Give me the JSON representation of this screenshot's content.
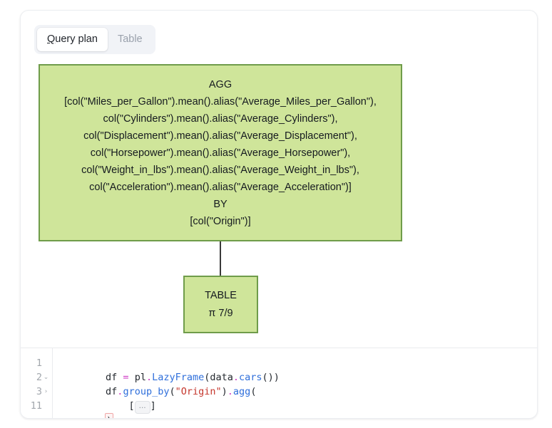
{
  "tabs": [
    {
      "name": "query-plan",
      "label": "Query plan",
      "accesskey": "Q",
      "rest": "uery plan",
      "active": true
    },
    {
      "name": "table",
      "label": "Table",
      "active": false
    }
  ],
  "colors": {
    "node_fill": "#cfe59a",
    "node_border": "#6f9c4a",
    "edge": "#3a3a3a",
    "tabbar_bg": "#f1f3f7",
    "tab_active_bg": "#ffffff",
    "tab_inactive_text": "#9aa1ac",
    "code_string": "#c5362c",
    "code_function": "#2f6fdb",
    "code_operator": "#cf3ac4",
    "paren_highlight_border": "#f0a6a6"
  },
  "plan": {
    "nodes": [
      {
        "id": "agg",
        "title": "AGG",
        "lines": [
          "AGG",
          "[col(\"Miles_per_Gallon\").mean().alias(\"Average_Miles_per_Gallon\"),",
          "col(\"Cylinders\").mean().alias(\"Average_Cylinders\"),",
          "col(\"Displacement\").mean().alias(\"Average_Displacement\"),",
          "col(\"Horsepower\").mean().alias(\"Average_Horsepower\"),",
          "col(\"Weight_in_lbs\").mean().alias(\"Average_Weight_in_lbs\"),",
          "col(\"Acceleration\").mean().alias(\"Average_Acceleration\")]",
          "BY",
          "[col(\"Origin\")]"
        ]
      },
      {
        "id": "table",
        "lines": [
          "TABLE",
          "π 7/9"
        ]
      }
    ],
    "edges": [
      {
        "from": "agg",
        "to": "table"
      }
    ]
  },
  "editor": {
    "gutter": [
      {
        "lineno": "1",
        "fold": ""
      },
      {
        "lineno": "2",
        "fold": "⌄"
      },
      {
        "lineno": "3",
        "fold": "›"
      },
      {
        "lineno": "11",
        "fold": ""
      }
    ],
    "lines": [
      {
        "lineno": "1",
        "tokens": [
          {
            "t": "df ",
            "c": "tok-plain"
          },
          {
            "t": "=",
            "c": "tok-op"
          },
          {
            "t": " pl",
            "c": "tok-plain"
          },
          {
            "t": ".",
            "c": "tok-dot"
          },
          {
            "t": "LazyFrame",
            "c": "tok-fn"
          },
          {
            "t": "(data",
            "c": "tok-plain"
          },
          {
            "t": ".",
            "c": "tok-dot"
          },
          {
            "t": "cars",
            "c": "tok-fn"
          },
          {
            "t": "())",
            "c": "tok-plain"
          }
        ]
      },
      {
        "lineno": "2",
        "tokens": [
          {
            "t": "df",
            "c": "tok-plain"
          },
          {
            "t": ".",
            "c": "tok-dot"
          },
          {
            "t": "group_by",
            "c": "tok-fn"
          },
          {
            "t": "(",
            "c": "tok-plain"
          },
          {
            "t": "\"Origin\"",
            "c": "tok-str"
          },
          {
            "t": ")",
            "c": "tok-plain"
          },
          {
            "t": ".",
            "c": "tok-dot"
          },
          {
            "t": "agg",
            "c": "tok-fn"
          },
          {
            "t": "(",
            "c": "tok-plain"
          }
        ]
      },
      {
        "lineno": "3",
        "folded": true,
        "prefix": "    [",
        "fold_label": "…",
        "suffix": "]"
      },
      {
        "lineno": "11",
        "highlighted_paren": ")"
      }
    ]
  }
}
